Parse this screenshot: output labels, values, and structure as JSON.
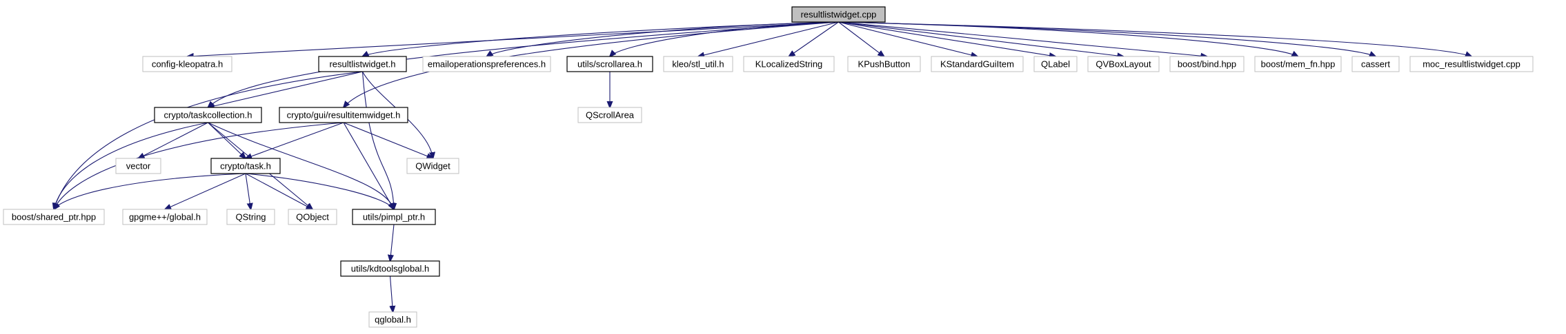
{
  "diagram": {
    "colors": {
      "edge": "#191970",
      "root_fill": "#bfbfbf",
      "internal_border": "#000000",
      "external_border": "#bfbfbf"
    },
    "nodes": [
      {
        "id": "root",
        "label": "resultlistwidget.cpp",
        "kind": "root"
      },
      {
        "id": "config",
        "label": "config-kleopatra.h",
        "kind": "external"
      },
      {
        "id": "rlw_h",
        "label": "resultlistwidget.h",
        "kind": "internal"
      },
      {
        "id": "emailop",
        "label": "emailoperationspreferences.h",
        "kind": "external"
      },
      {
        "id": "scrollarea",
        "label": "utils/scrollarea.h",
        "kind": "internal"
      },
      {
        "id": "stlutil",
        "label": "kleo/stl_util.h",
        "kind": "external"
      },
      {
        "id": "klocalized",
        "label": "KLocalizedString",
        "kind": "external"
      },
      {
        "id": "kpush",
        "label": "KPushButton",
        "kind": "external"
      },
      {
        "id": "kstd",
        "label": "KStandardGuiItem",
        "kind": "external"
      },
      {
        "id": "qlabel",
        "label": "QLabel",
        "kind": "external"
      },
      {
        "id": "qvbox",
        "label": "QVBoxLayout",
        "kind": "external"
      },
      {
        "id": "bind",
        "label": "boost/bind.hpp",
        "kind": "external"
      },
      {
        "id": "memfn",
        "label": "boost/mem_fn.hpp",
        "kind": "external"
      },
      {
        "id": "cassert",
        "label": "cassert",
        "kind": "external"
      },
      {
        "id": "moc",
        "label": "moc_resultlistwidget.cpp",
        "kind": "external"
      },
      {
        "id": "taskcoll",
        "label": "crypto/taskcollection.h",
        "kind": "internal"
      },
      {
        "id": "riw",
        "label": "crypto/gui/resultitemwidget.h",
        "kind": "internal"
      },
      {
        "id": "qscrollarea",
        "label": "QScrollArea",
        "kind": "external"
      },
      {
        "id": "vector",
        "label": "vector",
        "kind": "external"
      },
      {
        "id": "task",
        "label": "crypto/task.h",
        "kind": "internal"
      },
      {
        "id": "qwidget",
        "label": "QWidget",
        "kind": "external"
      },
      {
        "id": "sharedptr",
        "label": "boost/shared_ptr.hpp",
        "kind": "external"
      },
      {
        "id": "gpgme",
        "label": "gpgme++/global.h",
        "kind": "external"
      },
      {
        "id": "qstring",
        "label": "QString",
        "kind": "external"
      },
      {
        "id": "qobject",
        "label": "QObject",
        "kind": "external"
      },
      {
        "id": "pimpl",
        "label": "utils/pimpl_ptr.h",
        "kind": "internal"
      },
      {
        "id": "kdtools",
        "label": "utils/kdtoolsglobal.h",
        "kind": "internal"
      },
      {
        "id": "qglobal",
        "label": "qglobal.h",
        "kind": "external"
      }
    ],
    "edges": [
      [
        "root",
        "config"
      ],
      [
        "root",
        "rlw_h"
      ],
      [
        "root",
        "emailop"
      ],
      [
        "root",
        "scrollarea"
      ],
      [
        "root",
        "stlutil"
      ],
      [
        "root",
        "klocalized"
      ],
      [
        "root",
        "kpush"
      ],
      [
        "root",
        "kstd"
      ],
      [
        "root",
        "qlabel"
      ],
      [
        "root",
        "qvbox"
      ],
      [
        "root",
        "bind"
      ],
      [
        "root",
        "memfn"
      ],
      [
        "root",
        "cassert"
      ],
      [
        "root",
        "moc"
      ],
      [
        "root",
        "taskcoll"
      ],
      [
        "root",
        "riw"
      ],
      [
        "rlw_h",
        "taskcoll"
      ],
      [
        "rlw_h",
        "sharedptr"
      ],
      [
        "rlw_h",
        "qwidget"
      ],
      [
        "rlw_h",
        "pimpl"
      ],
      [
        "scrollarea",
        "qscrollarea"
      ],
      [
        "taskcoll",
        "vector"
      ],
      [
        "taskcoll",
        "task"
      ],
      [
        "taskcoll",
        "sharedptr"
      ],
      [
        "taskcoll",
        "qobject"
      ],
      [
        "taskcoll",
        "pimpl"
      ],
      [
        "riw",
        "task"
      ],
      [
        "riw",
        "qwidget"
      ],
      [
        "riw",
        "sharedptr"
      ],
      [
        "riw",
        "pimpl"
      ],
      [
        "task",
        "sharedptr"
      ],
      [
        "task",
        "gpgme"
      ],
      [
        "task",
        "qstring"
      ],
      [
        "task",
        "qobject"
      ],
      [
        "task",
        "pimpl"
      ],
      [
        "pimpl",
        "kdtools"
      ],
      [
        "kdtools",
        "qglobal"
      ]
    ]
  }
}
